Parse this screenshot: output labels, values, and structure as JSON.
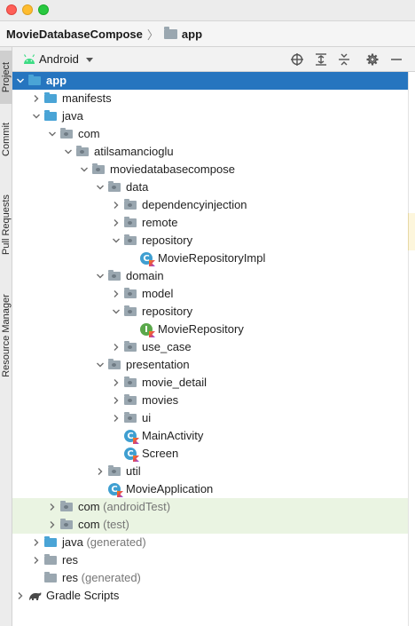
{
  "window": {
    "breadcrumb_project": "MovieDatabaseCompose",
    "breadcrumb_separator": "〉",
    "breadcrumb_module": "app"
  },
  "tool_strip": {
    "project": "Project",
    "commit": "Commit",
    "pull_requests": "Pull Requests",
    "resource_manager": "Resource Manager"
  },
  "panel": {
    "view_mode": "Android"
  },
  "tree": [
    {
      "label": "app",
      "suffix": "",
      "indent": 0,
      "chevron": "down",
      "icon": "module-folder",
      "selected": true
    },
    {
      "label": "manifests",
      "suffix": "",
      "indent": 1,
      "chevron": "right",
      "icon": "folder-blue"
    },
    {
      "label": "java",
      "suffix": "",
      "indent": 1,
      "chevron": "down",
      "icon": "folder-blue"
    },
    {
      "label": "com",
      "suffix": "",
      "indent": 2,
      "chevron": "down",
      "icon": "package"
    },
    {
      "label": "atilsamancioglu",
      "suffix": "",
      "indent": 3,
      "chevron": "down",
      "icon": "package"
    },
    {
      "label": "moviedatabasecompose",
      "suffix": "",
      "indent": 4,
      "chevron": "down",
      "icon": "package"
    },
    {
      "label": "data",
      "suffix": "",
      "indent": 5,
      "chevron": "down",
      "icon": "package"
    },
    {
      "label": "dependencyinjection",
      "suffix": "",
      "indent": 6,
      "chevron": "right",
      "icon": "package"
    },
    {
      "label": "remote",
      "suffix": "",
      "indent": 6,
      "chevron": "right",
      "icon": "package"
    },
    {
      "label": "repository",
      "suffix": "",
      "indent": 6,
      "chevron": "down",
      "icon": "package"
    },
    {
      "label": "MovieRepositoryImpl",
      "suffix": "",
      "indent": 7,
      "chevron": "none",
      "icon": "kotlin-class"
    },
    {
      "label": "domain",
      "suffix": "",
      "indent": 5,
      "chevron": "down",
      "icon": "package"
    },
    {
      "label": "model",
      "suffix": "",
      "indent": 6,
      "chevron": "right",
      "icon": "package"
    },
    {
      "label": "repository",
      "suffix": "",
      "indent": 6,
      "chevron": "down",
      "icon": "package"
    },
    {
      "label": "MovieRepository",
      "suffix": "",
      "indent": 7,
      "chevron": "none",
      "icon": "kotlin-interface"
    },
    {
      "label": "use_case",
      "suffix": "",
      "indent": 6,
      "chevron": "right",
      "icon": "package"
    },
    {
      "label": "presentation",
      "suffix": "",
      "indent": 5,
      "chevron": "down",
      "icon": "package"
    },
    {
      "label": "movie_detail",
      "suffix": "",
      "indent": 6,
      "chevron": "right",
      "icon": "package"
    },
    {
      "label": "movies",
      "suffix": "",
      "indent": 6,
      "chevron": "right",
      "icon": "package"
    },
    {
      "label": "ui",
      "suffix": "",
      "indent": 6,
      "chevron": "right",
      "icon": "package"
    },
    {
      "label": "MainActivity",
      "suffix": "",
      "indent": 6,
      "chevron": "none",
      "icon": "kotlin-class"
    },
    {
      "label": "Screen",
      "suffix": "",
      "indent": 6,
      "chevron": "none",
      "icon": "kotlin-class"
    },
    {
      "label": "util",
      "suffix": "",
      "indent": 5,
      "chevron": "right",
      "icon": "package"
    },
    {
      "label": "MovieApplication",
      "suffix": "",
      "indent": 5,
      "chevron": "none",
      "icon": "kotlin-class"
    },
    {
      "label": "com",
      "suffix": " (androidTest)",
      "indent": 2,
      "chevron": "right",
      "icon": "package",
      "tint": "green"
    },
    {
      "label": "com",
      "suffix": " (test)",
      "indent": 2,
      "chevron": "right",
      "icon": "package",
      "tint": "green"
    },
    {
      "label": "java",
      "suffix": " (generated)",
      "indent": 1,
      "chevron": "right",
      "icon": "folder-generated"
    },
    {
      "label": "res",
      "suffix": "",
      "indent": 1,
      "chevron": "right",
      "icon": "folder-res"
    },
    {
      "label": "res",
      "suffix": " (generated)",
      "indent": 1,
      "chevron": "none",
      "icon": "folder-res"
    },
    {
      "label": "Gradle Scripts",
      "suffix": "",
      "indent": 0,
      "chevron": "right",
      "icon": "gradle"
    }
  ],
  "colors": {
    "selection": "#2675bf",
    "test_tint": "#eaf4e2",
    "folder_blue": "#4aa4d6",
    "folder_gray": "#9aa7b0",
    "kotlin_class": "#3f9fd1",
    "kotlin_interface": "#5aa84a"
  }
}
